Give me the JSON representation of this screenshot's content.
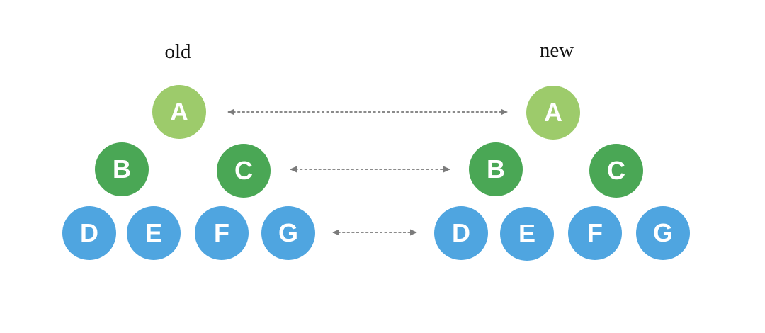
{
  "page": {
    "background": "#ffffff"
  },
  "diagram": {
    "type": "tree-comparison",
    "colors": {
      "root_node": "#9dcb6b",
      "mid_node": "#4aa755",
      "leaf_node": "#4fa5e0",
      "node_text": "#ffffff",
      "arrow": "#7b7b7b",
      "label_text": "#111111"
    },
    "trees": [
      {
        "label": "old",
        "nodes": [
          {
            "label": "A",
            "level": 1,
            "color": "#9dcb6b"
          },
          {
            "label": "B",
            "level": 2,
            "color": "#4aa755"
          },
          {
            "label": "C",
            "level": 2,
            "color": "#4aa755"
          },
          {
            "label": "D",
            "level": 3,
            "color": "#4fa5e0"
          },
          {
            "label": "E",
            "level": 3,
            "color": "#4fa5e0"
          },
          {
            "label": "F",
            "level": 3,
            "color": "#4fa5e0"
          },
          {
            "label": "G",
            "level": 3,
            "color": "#4fa5e0"
          }
        ]
      },
      {
        "label": "new",
        "nodes": [
          {
            "label": "A",
            "level": 1,
            "color": "#9dcb6b"
          },
          {
            "label": "B",
            "level": 2,
            "color": "#4aa755"
          },
          {
            "label": "C",
            "level": 2,
            "color": "#4aa755"
          },
          {
            "label": "D",
            "level": 3,
            "color": "#4fa5e0"
          },
          {
            "label": "E",
            "level": 3,
            "color": "#4fa5e0"
          },
          {
            "label": "F",
            "level": 3,
            "color": "#4fa5e0"
          },
          {
            "label": "G",
            "level": 3,
            "color": "#4fa5e0"
          }
        ]
      }
    ],
    "arrows": [
      {
        "name": "root-level",
        "connects": "old A to new A",
        "style": "dashed double-headed"
      },
      {
        "name": "mid-level",
        "connects": "old C to new B",
        "style": "dashed double-headed"
      },
      {
        "name": "leaf-level",
        "connects": "old G to new D",
        "style": "dashed double-headed"
      }
    ]
  }
}
